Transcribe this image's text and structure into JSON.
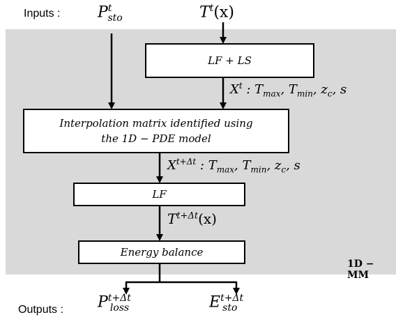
{
  "inputs_label": "Inputs :",
  "outputs_label": "Outputs :",
  "input_p": {
    "base": "P",
    "sup": "t",
    "sub": "sto"
  },
  "input_t": {
    "base": "T",
    "sup": "t",
    "tail": "(x)"
  },
  "box_lfls": "LF + LS",
  "box_interp_line1": "Interpolation matrix identified using",
  "box_interp_line2": "the 1D − PDE model",
  "box_lf": "LF",
  "box_energy": "Energy balance",
  "edge_xt": {
    "base": "X",
    "sup": "t",
    "tail": " : T",
    "rest": "max",
    "t2": ", T",
    "rest2": "min",
    "t3": ", z",
    "rest3": "c",
    "t4": ", s"
  },
  "edge_xdt": {
    "base": "X",
    "sup": "t+Δt",
    "tail": " : T",
    "rest": "max",
    "t2": ", T",
    "rest2": "min",
    "t3": ", z",
    "rest3": "c",
    "t4": ", s"
  },
  "edge_tdt": {
    "base": "T",
    "sup": "t+Δt",
    "tail": "(x)"
  },
  "output_ploss": {
    "base": "P",
    "sup": "t+Δt",
    "sub": "loss"
  },
  "output_esto": {
    "base": "E",
    "sup": "t+Δt",
    "sub": "sto"
  },
  "model_tag": "1D − MM"
}
